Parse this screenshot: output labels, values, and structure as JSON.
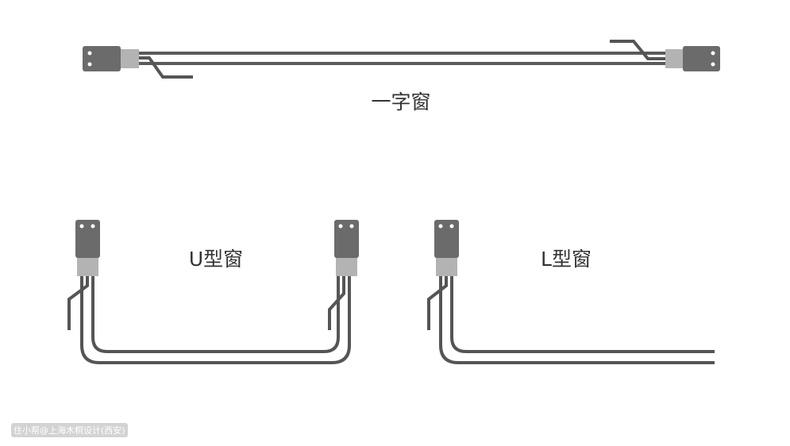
{
  "labels": {
    "straight": "一字窗",
    "u_shape": "U型窗",
    "l_shape": "L型窗"
  },
  "watermark": "住小帮@上海木桐设计(西安)",
  "colors": {
    "connector": "#6b6b6b",
    "sleeve": "#b3b3b3",
    "wire": "#555555",
    "hole": "#ffffff"
  }
}
